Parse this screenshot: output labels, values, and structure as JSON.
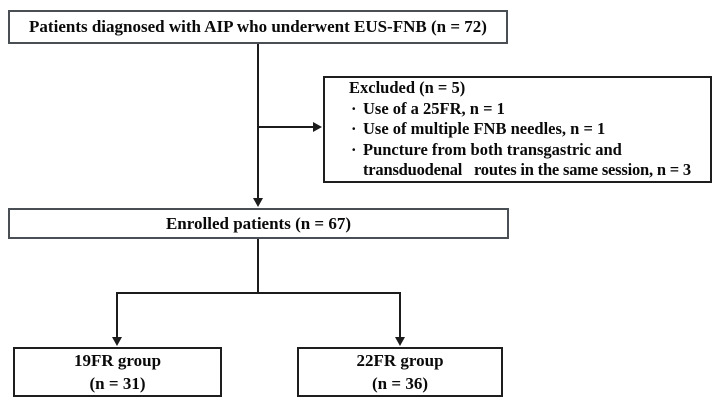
{
  "diagram": {
    "type": "flowchart",
    "background": "#ffffff",
    "boxes": {
      "top": {
        "label": "Patients diagnosed with AIP who underwent EUS-FNB (n = 72)"
      },
      "excluded": {
        "heading": "Excluded (n = 5)",
        "bullet": "·",
        "items": [
          "Use of a 25FR, n = 1",
          "Use of multiple FNB needles, n = 1",
          "Puncture from both transgastric and"
        ],
        "continuation": "transduodenal   routes in the same session, n = 3"
      },
      "enrolled": {
        "label": "Enrolled patients (n = 67)"
      },
      "group_19fr": {
        "name": "19FR group",
        "count": "(n = 31)"
      },
      "group_22fr": {
        "name": "22FR group",
        "count": "(n = 36)"
      }
    },
    "colors": {
      "border_gray": "#4a4e55",
      "border_black": "#1e1e1e",
      "connector": "#1c1c1c",
      "text": "#0a0a0a"
    }
  }
}
